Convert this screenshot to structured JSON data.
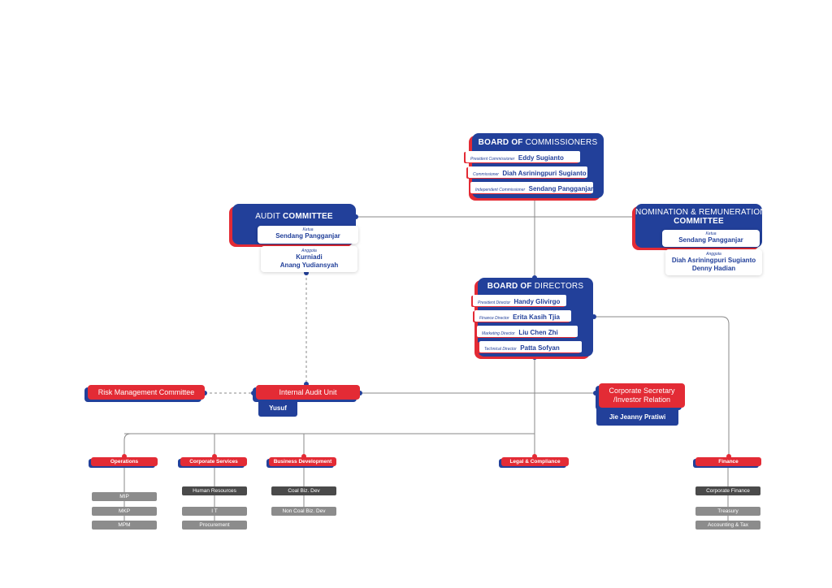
{
  "board_commissioners": {
    "title_bold": "BOARD OF",
    "title_rest": "COMMISSIONERS",
    "members": [
      {
        "role": "President Commissioner",
        "name": "Eddy Sugianto"
      },
      {
        "role": "Commissioner",
        "name": "Diah Asriningpuri Sugianto"
      },
      {
        "role": "Independent Commissioner",
        "name": "Sendang Pangganjar"
      }
    ]
  },
  "audit_committee": {
    "title_rest": "AUDIT",
    "title_bold": "COMMITTEE",
    "ketua_label": "Ketua",
    "ketua": "Sendang Pangganjar",
    "anggota_label": "Anggota",
    "anggota": [
      "Kurniadi",
      "Anang Yudiansyah"
    ]
  },
  "nomination_committee": {
    "title_line1": "NOMINATION & REMUNERATION",
    "title_line2": "COMMITTEE",
    "ketua_label": "Ketua",
    "ketua": "Sendang Pangganjar",
    "anggota_label": "Anggota",
    "anggota": [
      "Diah Asriningpuri Sugianto",
      "Denny Hadian"
    ]
  },
  "board_directors": {
    "title_bold": "BOARD OF",
    "title_rest": "DIRECTORS",
    "members": [
      {
        "role": "President Director",
        "name": "Handy Glivirgo"
      },
      {
        "role": "Finance Director",
        "name": "Erita Kasih Tjia"
      },
      {
        "role": "Marketing Director",
        "name": "Liu Chen Zhi"
      },
      {
        "role": "Technical Director",
        "name": "Patta Sofyan"
      }
    ]
  },
  "risk_management": {
    "label": "Risk Management Committee"
  },
  "internal_audit": {
    "label": "Internal Audit Unit",
    "person": "Yusuf"
  },
  "corporate_secretary": {
    "line1": "Corporate Secretary",
    "line2": "/Investor Relation",
    "person": "Jie Jeanny Pratiwi"
  },
  "departments": {
    "operations": {
      "label": "Operations",
      "items": [
        "MIP",
        "MKP",
        "MPM"
      ]
    },
    "corporate_services": {
      "label": "Corporate Services",
      "items": [
        "Human Resources",
        "I T",
        "Procurement"
      ]
    },
    "business_development": {
      "label": "Business Development",
      "items": [
        "Coal Biz. Dev",
        "Non Coal Biz. Dev"
      ]
    },
    "legal": {
      "label": "Legal & Compliance"
    },
    "finance": {
      "label": "Finance",
      "items": [
        "Corporate Finance",
        "Treasury",
        "Accounting & Tax"
      ]
    }
  },
  "colors": {
    "blue": "#22409a",
    "red": "#e32b35",
    "dark_grey": "#4a4a4a",
    "grey": "#8c8c8c",
    "line": "#8a8a8a"
  }
}
